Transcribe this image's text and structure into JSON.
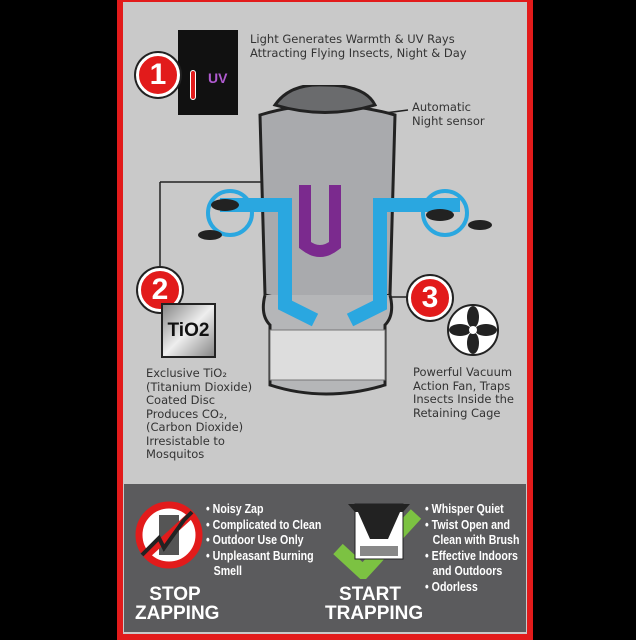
{
  "step1": {
    "number": "1",
    "icon_label": "UV",
    "text_lines": [
      "Light Generates Warmth & UV Rays",
      "Attracting Flying Insects, Night & Day"
    ]
  },
  "sensor": {
    "text_lines": [
      "Automatic",
      "Night sensor"
    ]
  },
  "step2": {
    "number": "2",
    "box_label": "TiO2",
    "text_lines": [
      "Exclusive TiO₂",
      "(Titanium Dioxide)",
      "Coated Disc",
      "Produces CO₂,",
      "(Carbon Dioxide)",
      "Irresistable to",
      "Mosquitos"
    ]
  },
  "step3": {
    "number": "3",
    "text_lines": [
      "Powerful Vacuum",
      "Action Fan, Traps",
      "Insects Inside the",
      "Retaining Cage"
    ]
  },
  "stop": {
    "title_lines": [
      "STOP",
      "ZAPPING"
    ],
    "bullets": [
      "Noisy Zap",
      "Complicated to Clean",
      "Outdoor Use Only",
      "Unpleasant Burning",
      "Smell"
    ]
  },
  "start": {
    "title_lines": [
      "START",
      "TRAPPING"
    ],
    "bullets": [
      "Whisper Quiet",
      "Twist Open and",
      "Clean with Brush",
      "Effective Indoors",
      "and Outdoors",
      "Odorless"
    ]
  },
  "colors": {
    "red": "#e21b1b",
    "blue": "#2aa7e0",
    "purple": "#7b2a8e",
    "green": "#7cc242"
  }
}
